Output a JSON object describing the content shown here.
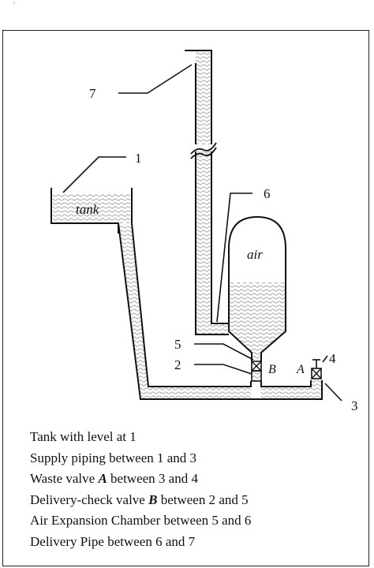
{
  "header_strip": "y",
  "labels": {
    "n1": "1",
    "n2": "2",
    "n3": "3",
    "n4": "4",
    "n5": "5",
    "n6": "6",
    "n7": "7",
    "tank": "tank",
    "air": "air",
    "valve_a": "A",
    "valve_b": "B"
  },
  "legend": [
    {
      "pre": "Tank with level at 1",
      "bold": "",
      "post": ""
    },
    {
      "pre": "Supply piping between 1 and 3",
      "bold": "",
      "post": ""
    },
    {
      "pre": "Waste valve ",
      "bold": "A",
      "post": " between 3 and 4"
    },
    {
      "pre": "Delivery-check valve ",
      "bold": "B",
      "post": " between 2 and 5"
    },
    {
      "pre": "Air Expansion Chamber between 5 and 6",
      "bold": "",
      "post": ""
    },
    {
      "pre": "Delivery Pipe between 6 and 7",
      "bold": "",
      "post": ""
    }
  ],
  "colors": {
    "line": "#111111",
    "water": "#8a8a8a",
    "background": "#ffffff"
  }
}
